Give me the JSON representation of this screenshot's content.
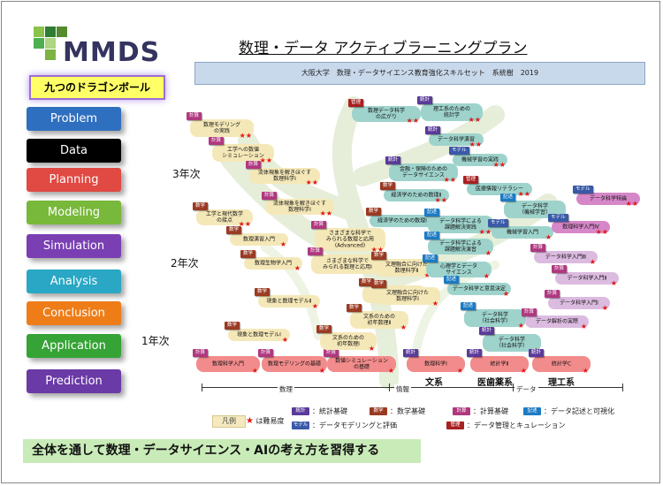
{
  "logo_text": "MMDS",
  "title": "数理・データ アクティブラーニングプラン",
  "subtitle": "大阪大学　数理・データサイエンス教育強化スキルセット　系統樹　2019",
  "dragon_label": "九つのドラゴンボール",
  "phases": [
    {
      "label": "Problem",
      "color": "#2f6fbf"
    },
    {
      "label": "Data",
      "color": "#000000"
    },
    {
      "label": "Planning",
      "color": "#e04a43"
    },
    {
      "label": "Modeling",
      "color": "#78b83a"
    },
    {
      "label": "Simulation",
      "color": "#7a3fb3"
    },
    {
      "label": "Analysis",
      "color": "#2aa7c4"
    },
    {
      "label": "Conclusion",
      "color": "#ee7d18"
    },
    {
      "label": "Application",
      "color": "#35a335"
    },
    {
      "label": "Prediction",
      "color": "#6a3aa6"
    }
  ],
  "years": [
    "3年次",
    "2年次",
    "1年次"
  ],
  "tags": {
    "keisan": {
      "label": "計算",
      "color": "#b03880"
    },
    "tokei": {
      "label": "統計",
      "color": "#5a3a99"
    },
    "sugaku": {
      "label": "数学",
      "color": "#9a3a22"
    },
    "kiroku": {
      "label": "記述",
      "color": "#1c7bc4"
    },
    "model": {
      "label": "モデル",
      "color": "#3a5aa8"
    },
    "kanri": {
      "label": "管理",
      "color": "#a82020"
    }
  },
  "cards": [
    {
      "text": "数理モデリング\nの実践",
      "tag": "keisan",
      "stars": "★★",
      "bg": "#f5e8b8"
    },
    {
      "text": "工学への数値\nシミュレーション",
      "tag": "keisan",
      "stars": "★★",
      "bg": "#f5e8b8"
    },
    {
      "text": "流体現象を解きほぐす\n数理科学Ⅰ",
      "tag": "keisan",
      "stars": "★★",
      "bg": "#f5e8b8"
    },
    {
      "text": "流体現象を解きほぐす\n数理科学Ⅰ",
      "tag": "keisan",
      "stars": "★★",
      "bg": "#f5e8b8"
    },
    {
      "text": "工学と現代数学\nの接点",
      "tag": "sugaku",
      "stars": "★★",
      "bg": "#f5e8b8"
    },
    {
      "text": "数理演習入門",
      "tag": "sugaku",
      "stars": "★",
      "bg": "#f5e8b8"
    },
    {
      "text": "数理生物学入門",
      "tag": "sugaku",
      "stars": "★",
      "bg": "#f5e8b8"
    },
    {
      "text": "現象と数理モデルⅡ",
      "tag": "sugaku",
      "stars": "★",
      "bg": "#f5e8b8"
    },
    {
      "text": "現象と数理モデルⅠ",
      "tag": "sugaku",
      "stars": "★",
      "bg": "#f5e8b8"
    },
    {
      "text": "数理科学入門",
      "tag": "keisan",
      "stars": "★",
      "bg": "#f28b8b"
    },
    {
      "text": "数理モデリングの基礎",
      "tag": "keisan",
      "stars": "★",
      "bg": "#f28b8b"
    },
    {
      "text": "数値シミュレーション\nの基礎",
      "tag": "keisan",
      "stars": "★",
      "bg": "#f28b8b"
    },
    {
      "text": "さまざまな科学で\nみられる数理と応用\n(Advanced)",
      "tag": "keisan",
      "stars": "★★",
      "bg": "#f5e8b8"
    },
    {
      "text": "さまざまな科学で\nみられる数理と応用Ⅰ",
      "tag": "keisan",
      "stars": "★",
      "bg": "#f5e8b8"
    },
    {
      "text": "文系のための\n数理科学Ⅱ",
      "tag": "sugaku",
      "stars": "★",
      "bg": "#f5e8b8"
    },
    {
      "text": "文系のための\n初年数理Ⅱ",
      "tag": "sugaku",
      "stars": "★",
      "bg": "#f5e8b8"
    },
    {
      "text": "文系のための\n初年数理Ⅰ",
      "tag": "sugaku",
      "stars": "★",
      "bg": "#f5e8b8"
    },
    {
      "text": "数理データ科学\nの広がり",
      "tag": "kanri",
      "stars": "★★",
      "bg": "#9ed3cc"
    },
    {
      "text": "理工系のための\n統計学",
      "tag": "tokei",
      "stars": "★★",
      "bg": "#9ed3cc"
    },
    {
      "text": "データ科学演習",
      "tag": "tokei",
      "stars": "★★",
      "bg": "#9ed3cc"
    },
    {
      "text": "機械学習の実践",
      "tag": "model",
      "stars": "★★",
      "bg": "#9ed3cc"
    },
    {
      "text": "金融・保険のための\nデータサイエンス",
      "tag": "tokei",
      "stars": "★★",
      "bg": "#9ed3cc"
    },
    {
      "text": "経済学のための数理Ⅱ",
      "tag": "sugaku",
      "stars": "★★",
      "bg": "#9ed3cc"
    },
    {
      "text": "経済学のための数理Ⅰ",
      "tag": "sugaku",
      "stars": "★",
      "bg": "#9ed3cc"
    },
    {
      "text": "文理融合に向けた\n数理科学Ⅱ",
      "tag": "sugaku",
      "stars": "★★",
      "bg": "#f5e8b8"
    },
    {
      "text": "文理融合に向けた\n数理科学Ⅰ",
      "tag": "sugaku",
      "stars": "★",
      "bg": "#f5e8b8"
    },
    {
      "text": "数理科学Ⅰ",
      "tag": "tokei",
      "stars": "★",
      "bg": "#f28b8b"
    },
    {
      "text": "データ科学による\n課題解決実践",
      "tag": "kiroku",
      "stars": "★★",
      "bg": "#9ed3cc"
    },
    {
      "text": "データ科学による\n課題解決演習",
      "tag": "kiroku",
      "stars": "★",
      "bg": "#9ed3cc"
    },
    {
      "text": "心理学とデータ\nサイエンス",
      "tag": "kiroku",
      "stars": "★",
      "bg": "#9ed3cc"
    },
    {
      "text": "データ科学と意思決定",
      "tag": "kiroku",
      "stars": "★",
      "bg": "#9ed3cc"
    },
    {
      "text": "データ科学\n（社会科学）",
      "tag": "kiroku",
      "stars": "★",
      "bg": "#9ed3cc"
    },
    {
      "text": "データ科学\n（社会科学）",
      "tag": "tokei",
      "stars": "★",
      "bg": "#9ed3cc"
    },
    {
      "text": "医療情報リテラシー",
      "tag": "kanri",
      "stars": "★★",
      "bg": "#9ed3cc"
    },
    {
      "text": "データ科学\n（機械学習）",
      "tag": "kiroku",
      "stars": "★★",
      "bg": "#9ed3cc"
    },
    {
      "text": "機械学習入門",
      "tag": "model",
      "stars": "★",
      "bg": "#9ed3cc"
    },
    {
      "text": "統計学Ⅱ",
      "tag": "tokei",
      "stars": "★",
      "bg": "#f28b8b"
    },
    {
      "text": "データ科学特論",
      "tag": "model",
      "stars": "★★",
      "bg": "#d687c8"
    },
    {
      "text": "数理科学入門Ⅳ",
      "tag": "model",
      "stars": "★★",
      "bg": "#d687c8"
    },
    {
      "text": "データ科学入門Ⅲ",
      "tag": "keisan",
      "stars": "★",
      "bg": "#dcbbe0"
    },
    {
      "text": "データ科学入門Ⅱ",
      "tag": "keisan",
      "stars": "★",
      "bg": "#dcbbe0"
    },
    {
      "text": "データ科学入門Ⅰ",
      "tag": "keisan",
      "stars": "★",
      "bg": "#dcbbe0"
    },
    {
      "text": "データ解析の実際",
      "tag": "keisan",
      "stars": "★",
      "bg": "#dcbbe0"
    },
    {
      "text": "統計学C",
      "tag": "tokei",
      "stars": "★",
      "bg": "#f28b8b"
    }
  ],
  "axis": {
    "labels": [
      "数理",
      "情報",
      "データ"
    ]
  },
  "fields": [
    "文系",
    "医歯薬系",
    "理工系"
  ],
  "legend": {
    "title": "凡例",
    "star_label": "は難易度",
    "items": [
      {
        "tag": "tokei",
        "text": "：統計基礎"
      },
      {
        "tag": "sugaku",
        "text": "：数学基礎"
      },
      {
        "tag": "keisan",
        "text": "：計算基礎"
      },
      {
        "tag": "kiroku",
        "text": "：データ記述と可視化"
      },
      {
        "tag": "model",
        "text": "：データモデリングと評価"
      },
      {
        "tag": "kanri",
        "text": "：データ管理とキュレーション"
      }
    ]
  },
  "bottom_message": "全体を通して数理・データサイエンス・AIの考え方を習得する",
  "colors": {
    "trunk": "#e2ecd3",
    "star": "#e01818"
  }
}
